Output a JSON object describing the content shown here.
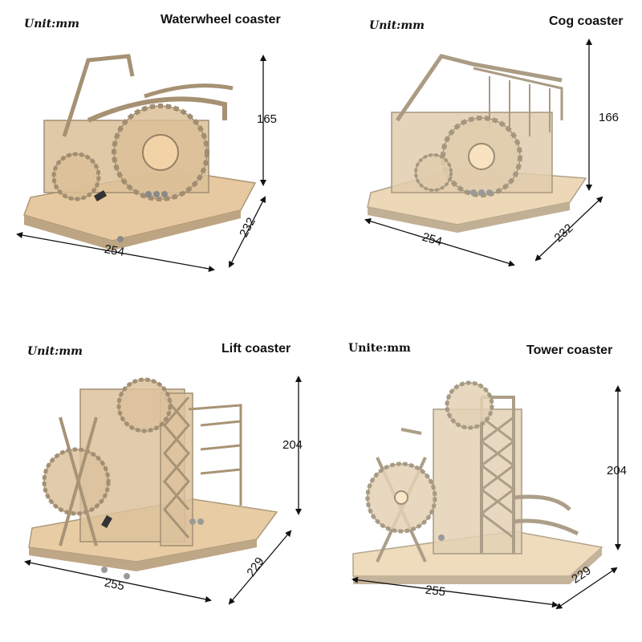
{
  "panels": [
    {
      "unit_label": "Unit:mm",
      "title": "Waterwheel coaster",
      "height": "165",
      "length": "254",
      "depth": "232",
      "wood_color": "#e6c9a0"
    },
    {
      "unit_label": "Unit:mm",
      "title": "Cog coaster",
      "height": "166",
      "length": "254",
      "depth": "232",
      "wood_color": "#ecd7b6"
    },
    {
      "unit_label": "Unit:mm",
      "title": "Lift coaster",
      "height": "204",
      "length": "255",
      "depth": "229",
      "wood_color": "#e8cca4"
    },
    {
      "unit_label": "Unite:mm",
      "title": "Tower coaster",
      "height": "204",
      "length": "255",
      "depth": "229",
      "wood_color": "#efdcbd"
    }
  ]
}
